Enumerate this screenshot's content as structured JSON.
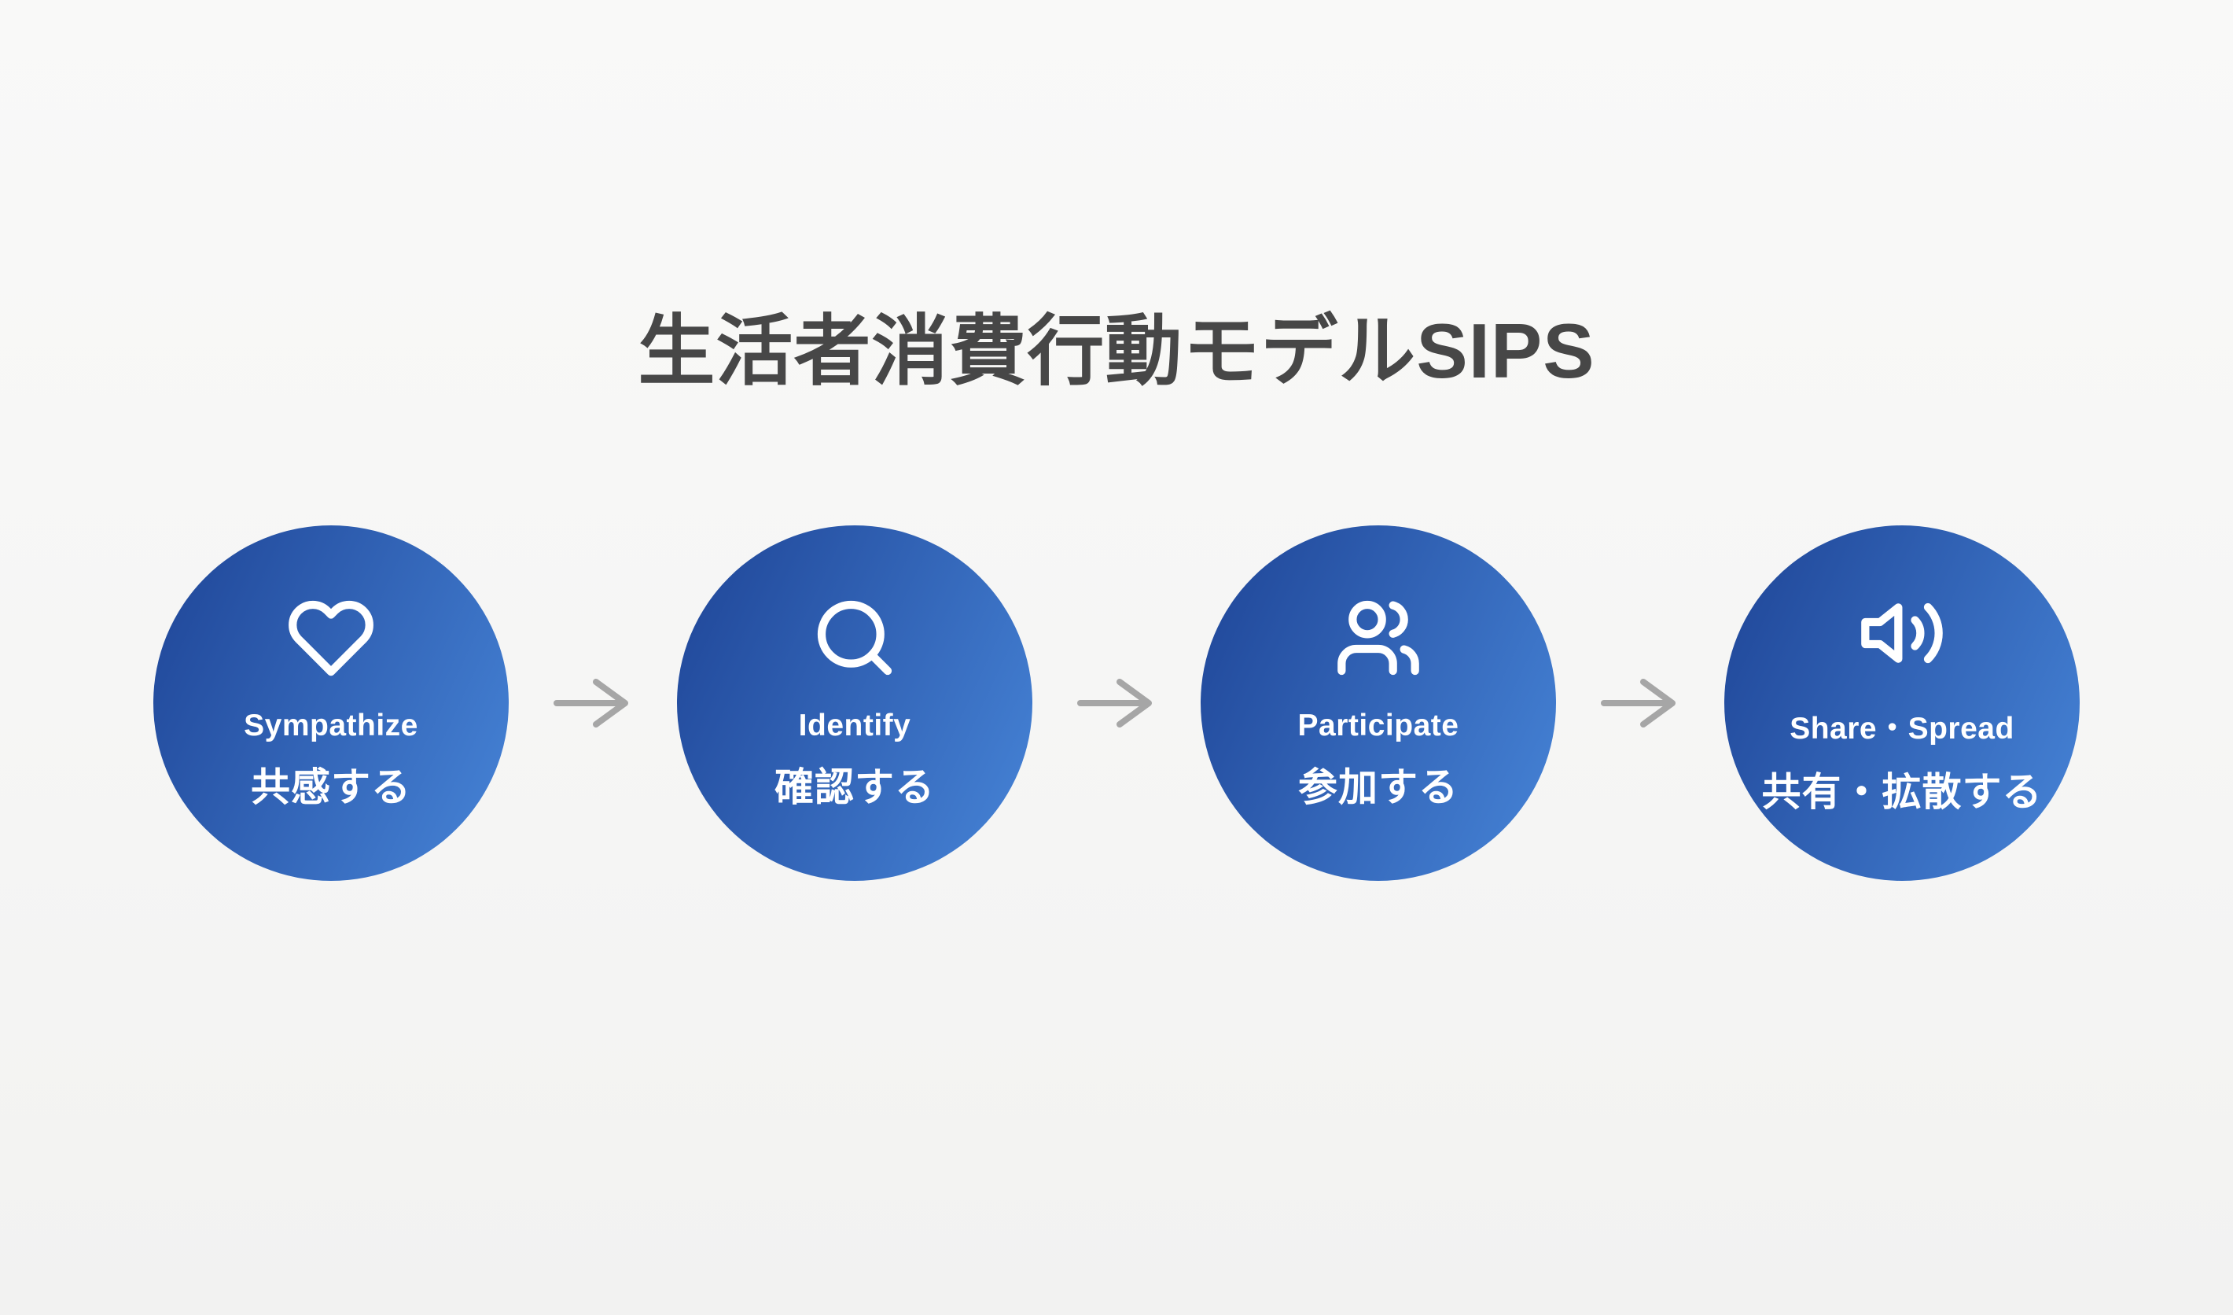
{
  "title": "生活者消費行動モデルSIPS",
  "steps": [
    {
      "id": "sympathize",
      "icon": "heart-icon",
      "label_en": "Sympathize",
      "label_ja": "共感する"
    },
    {
      "id": "identify",
      "icon": "search-icon",
      "label_en": "Identify",
      "label_ja": "確認する"
    },
    {
      "id": "participate",
      "icon": "users-icon",
      "label_en": "Participate",
      "label_ja": "参加する"
    },
    {
      "id": "share-spread",
      "icon": "speaker-icon",
      "label_en": "Share・Spread",
      "label_ja": "共有・拡散する"
    }
  ],
  "arrow": {
    "icon": "arrow-right-icon",
    "count": 3
  },
  "colors": {
    "background": "#f7f7f6",
    "title_text": "#474747",
    "circle_gradient_start": "#1e4496",
    "circle_gradient_end": "#4785d8",
    "step_text": "#ffffff",
    "arrow": "#a6a6a6"
  }
}
